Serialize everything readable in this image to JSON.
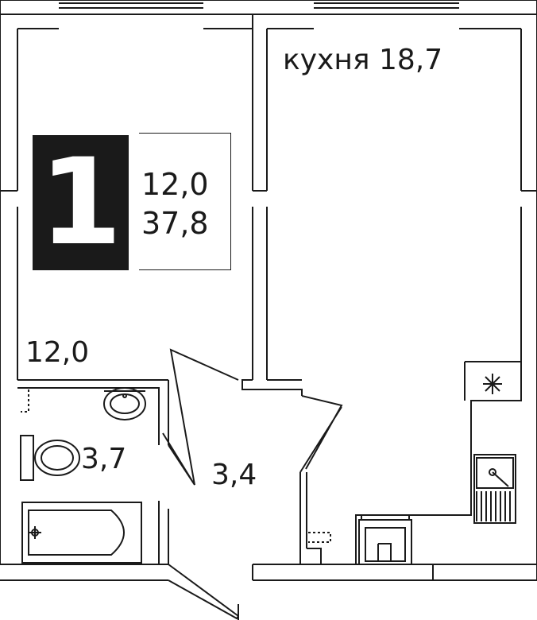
{
  "apartment": {
    "rooms_count": "1",
    "living_area": "12,0",
    "total_area": "37,8"
  },
  "rooms": {
    "kitchen": "кухня 18,7",
    "living_room": "12,0",
    "bathroom": "3,7",
    "hallway": "3,4"
  },
  "colors": {
    "wall": "#1a1a1a",
    "badge_bg": "#1a1a1a",
    "badge_text": "#ffffff",
    "background": "#ffffff"
  }
}
